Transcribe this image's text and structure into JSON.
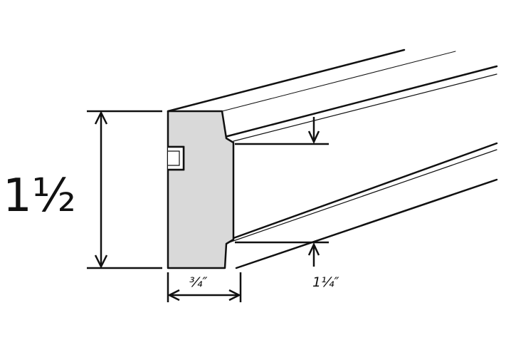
{
  "dimensions": {
    "height": "1½",
    "width": "¾″",
    "groove_depth": "1¼″"
  },
  "colors": {
    "profile_fill": "#d9d9d9",
    "line": "#111111",
    "background": "#ffffff"
  }
}
